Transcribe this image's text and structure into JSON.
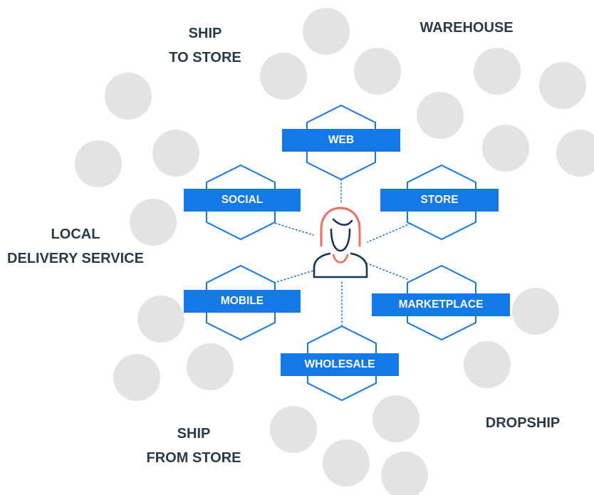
{
  "colors": {
    "circle": "#e3e3e3",
    "hex_stroke": "#1479e6",
    "tag_fill": "#1479e6",
    "connector": "#1479e6",
    "avatar_navy": "#16325c",
    "avatar_accent": "#f26b5b",
    "label_text": "#2b3a4a"
  },
  "fulfillment_labels": {
    "ship_to_store": [
      "SHIP",
      "TO STORE"
    ],
    "warehouse": [
      "WAREHOUSE"
    ],
    "local_delivery": [
      "LOCAL",
      "DELIVERY SERVICE"
    ],
    "ship_from_store": [
      "SHIP",
      "FROM STORE"
    ],
    "dropship": [
      "DROPSHIP"
    ]
  },
  "channels": {
    "web": "WEB",
    "social": "SOCIAL",
    "store": "STORE",
    "mobile": "MOBILE",
    "marketplace": "MARKETPLACE",
    "wholesale": "WHOLESALE"
  },
  "center": {
    "icon": "customer-avatar-icon"
  }
}
